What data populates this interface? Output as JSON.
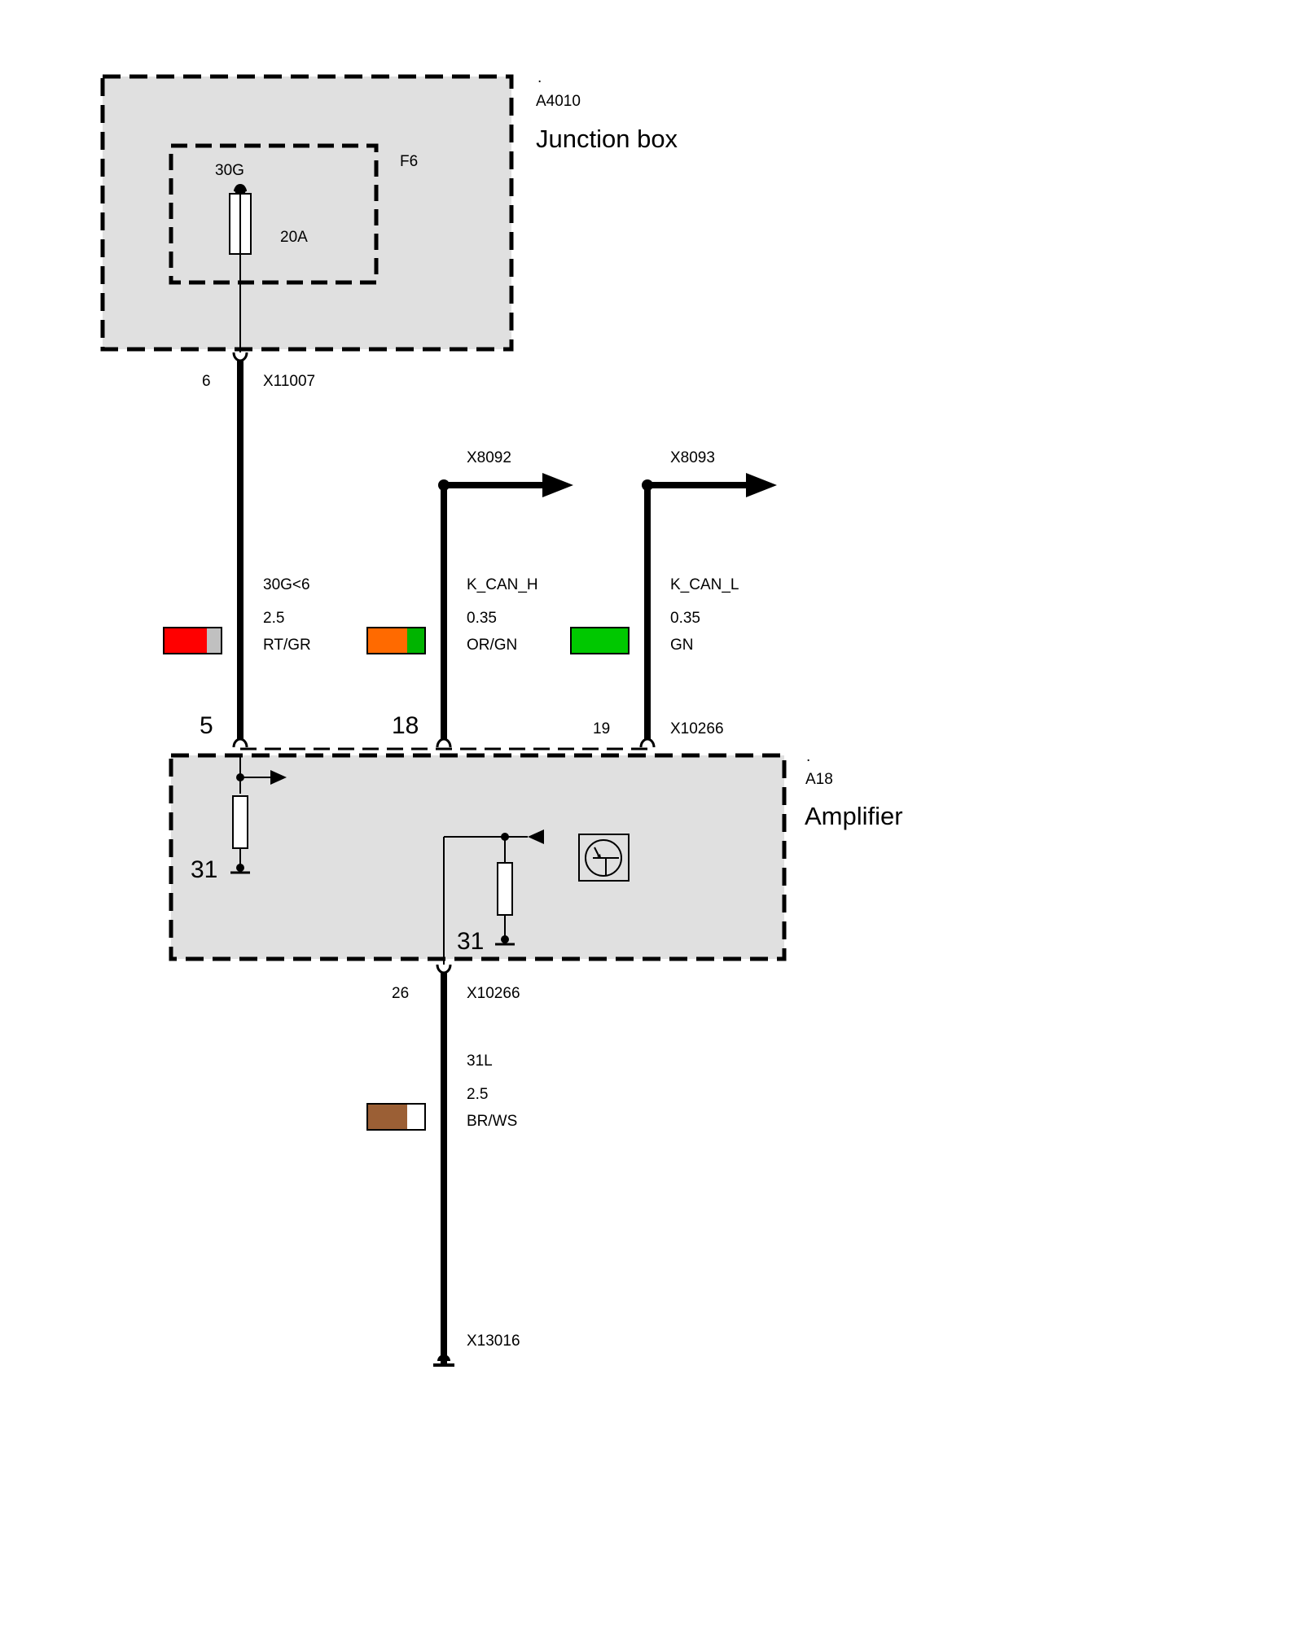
{
  "junction_box": {
    "dot": ".",
    "id": "A4010",
    "name": "Junction box",
    "fuse": {
      "id": "F6",
      "terminal": "30G",
      "rating": "20A"
    },
    "connector": {
      "id": "X11007",
      "pin": "6"
    }
  },
  "wires": {
    "power": {
      "signal": "30G<6",
      "gauge": "2.5",
      "color_code": "RT/GR",
      "colors": [
        "#ff0000",
        "#c0c0c0"
      ]
    },
    "can_h": {
      "connector": "X8092",
      "signal": "K_CAN_H",
      "gauge": "0.35",
      "color_code": "OR/GN",
      "colors": [
        "#ff6a00",
        "#00b400"
      ]
    },
    "can_l": {
      "connector": "X8093",
      "signal": "K_CAN_L",
      "gauge": "0.35",
      "color_code": "GN",
      "colors": [
        "#00c800"
      ]
    },
    "ground": {
      "signal": "31L",
      "gauge": "2.5",
      "color_code": "BR/WS",
      "colors": [
        "#9b5f35",
        "#ffffff"
      ],
      "end_connector": "X13016"
    }
  },
  "amplifier": {
    "dot": ".",
    "id": "A18",
    "name": "Amplifier",
    "top_connector": "X10266",
    "pins": {
      "power": "5",
      "can_h": "18",
      "can_l": "19",
      "ground": "26"
    },
    "bottom_connector": "X10266",
    "ground_left": "31",
    "ground_right": "31"
  },
  "colors": {
    "box_fill": "#e0e0e0",
    "line": "#000000"
  }
}
